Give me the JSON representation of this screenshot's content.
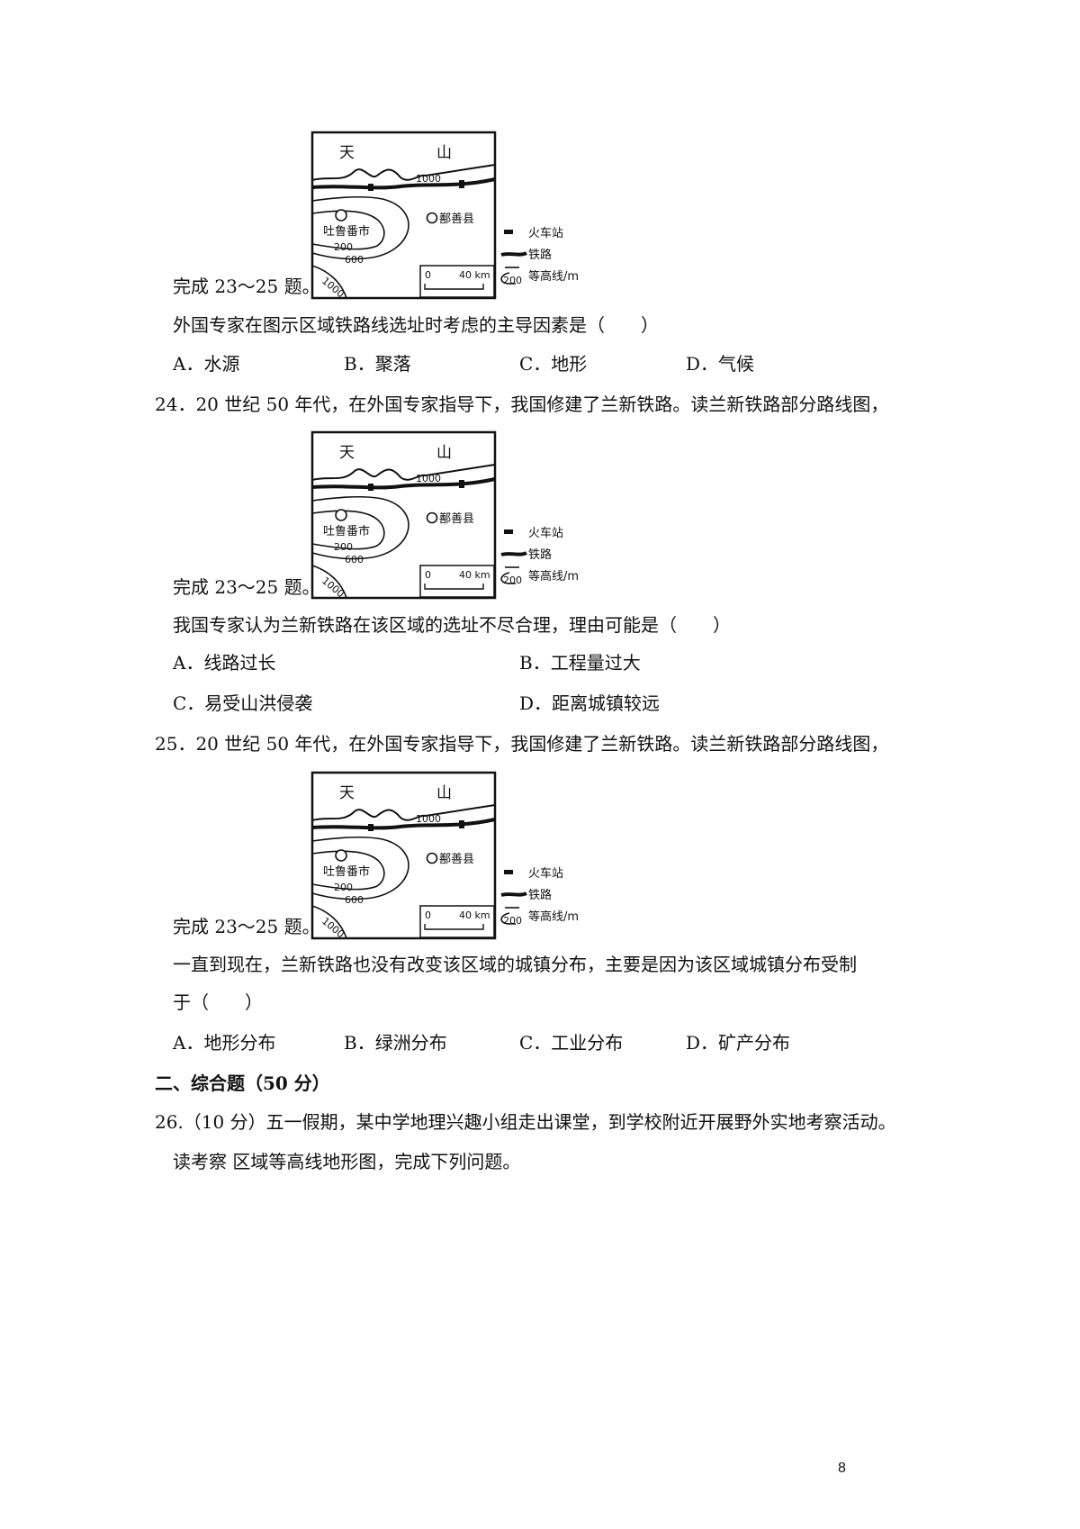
{
  "map": {
    "mountain_char1": "天",
    "mountain_char2": "山",
    "contour_1000_top": "1000",
    "city1": "吐鲁番市",
    "city2": "鄯善县",
    "contour_200": "200",
    "contour_600": "600",
    "contour_1000_bottom": "1000",
    "scale_zero": "0",
    "scale_distance": "40 km",
    "legend_station": "火车站",
    "legend_railway": "铁路",
    "legend_contour_value": "200",
    "legend_contour": "等高线/m"
  },
  "q23": {
    "caption": "完成 23～25 题。",
    "stem": "外国专家在图示区域铁路线选址时考虑的主导因素是（　　）",
    "options": [
      "A．水源",
      "B．聚落",
      "C．地形",
      "D．气候"
    ]
  },
  "q24": {
    "intro": "24．20 世纪 50 年代，在外国专家指导下，我国修建了兰新铁路。读兰新铁路部分路线图，",
    "caption": "完成 23～25 题。",
    "stem": "我国专家认为兰新铁路在该区域的选址不尽合理，理由可能是（　　）",
    "options": [
      "A．线路过长",
      "B．工程量过大",
      "C．易受山洪侵袭",
      "D．距离城镇较远"
    ]
  },
  "q25": {
    "intro": "25．20 世纪 50 年代，在外国专家指导下，我国修建了兰新铁路。读兰新铁路部分路线图，",
    "caption": "完成 23～25 题。",
    "stem_line1": "一直到现在，兰新铁路也没有改变该区域的城镇分布，主要是因为该区域城镇分布受制",
    "stem_line2": "于（　　）",
    "options": [
      "A．地形分布",
      "B．绿洲分布",
      "C．工业分布",
      "D．矿产分布"
    ]
  },
  "section2": {
    "title": "二、综合题（50 分）"
  },
  "q26": {
    "line1": "26.（10 分）五一假期，某中学地理兴趣小组走出课堂，到学校附近开展野外实地考察活动。",
    "line2": "读考察 区域等高线地形图，完成下列问题。"
  },
  "page_number": "8"
}
